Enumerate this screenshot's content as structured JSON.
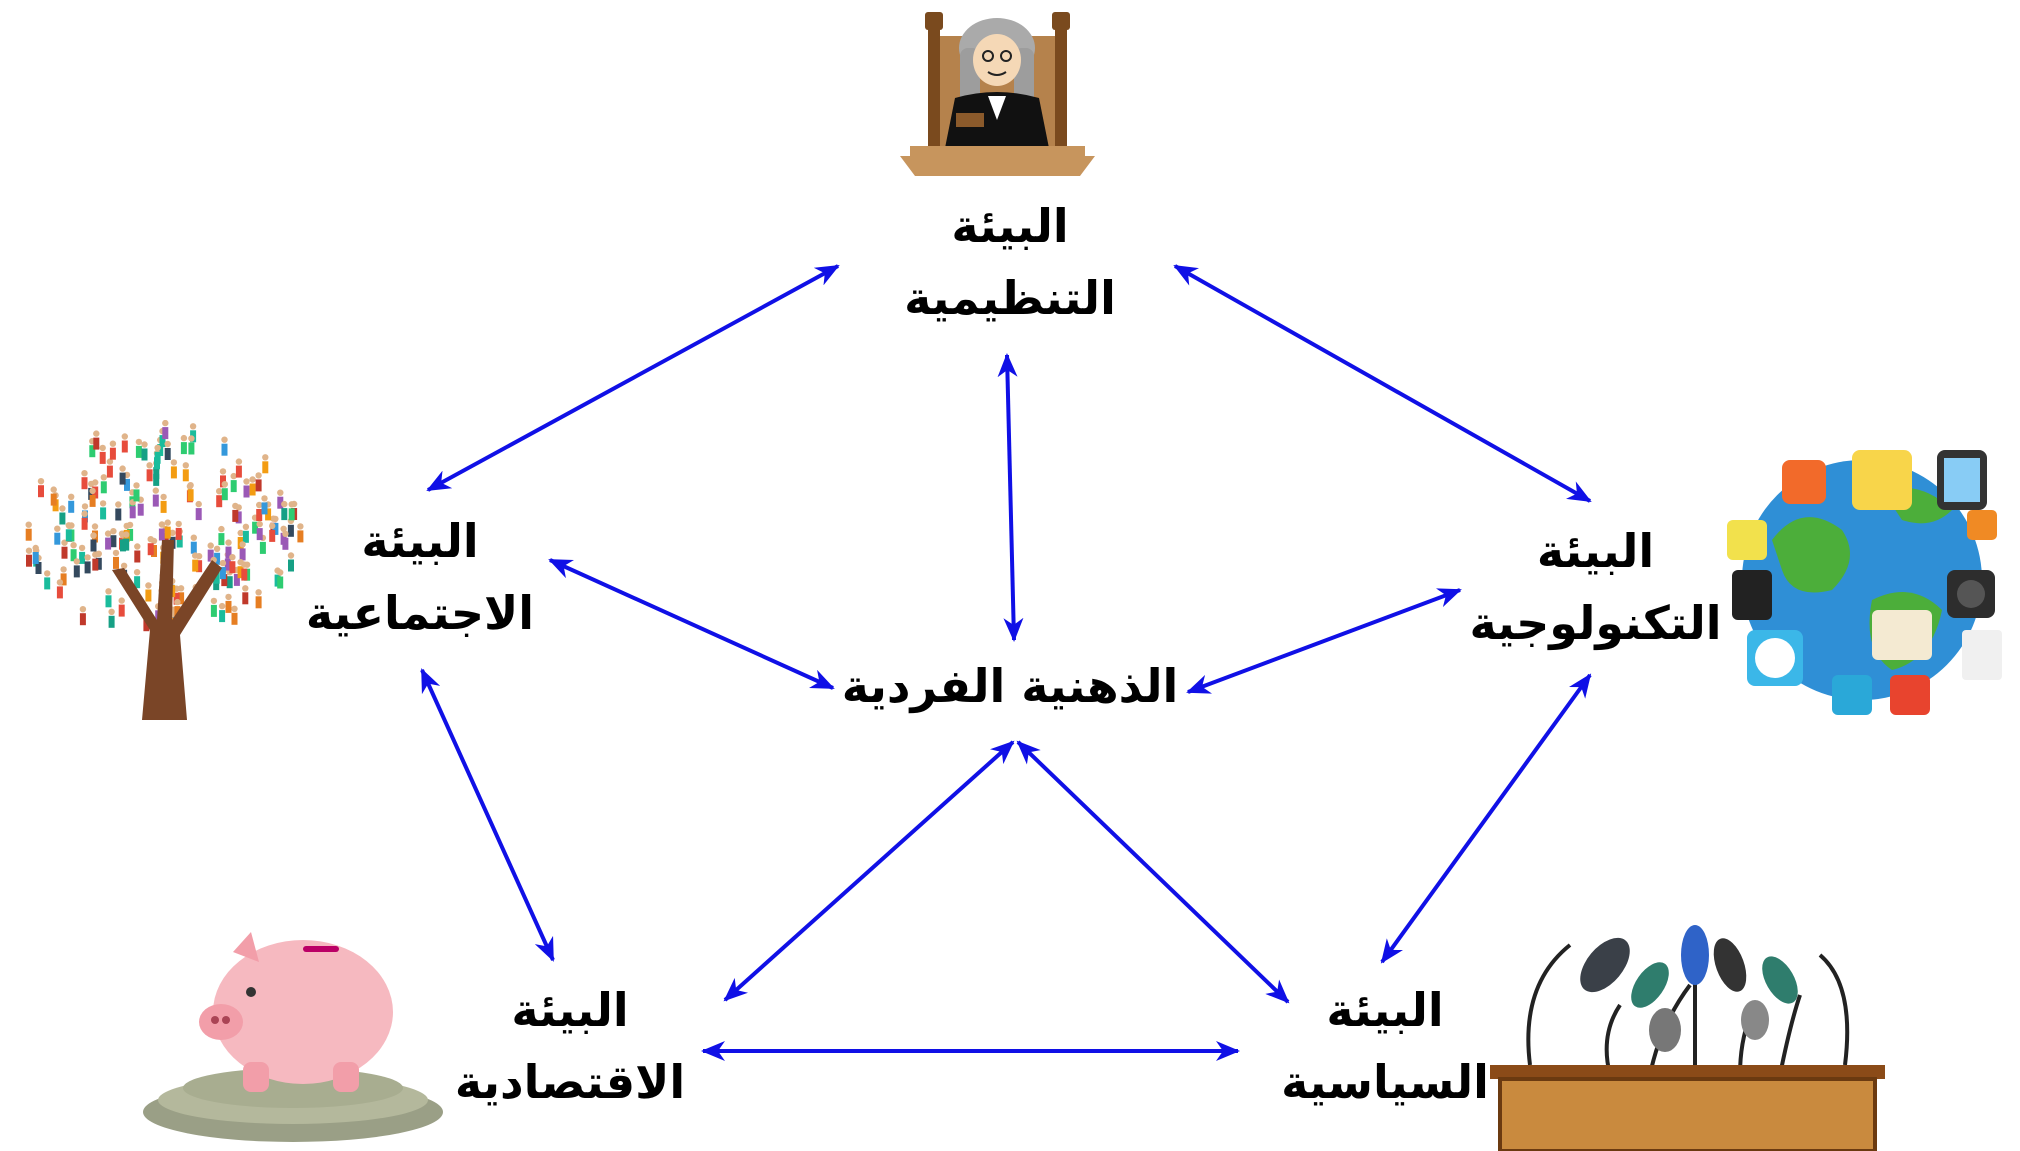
{
  "nodes": {
    "regulatory": {
      "line1": "البيئة",
      "line2": "التنظيمية"
    },
    "social": {
      "line1": "البيئة",
      "line2": "الاجتماعية"
    },
    "technological": {
      "line1": "البيئة",
      "line2": "التكنولوجية"
    },
    "individual": {
      "line1": "الذهنية الفردية"
    },
    "economic": {
      "line1": "البيئة",
      "line2": "الاقتصادية"
    },
    "political": {
      "line1": "البيئة",
      "line2": "السياسية"
    }
  },
  "icons": {
    "regulatory": "judge-icon",
    "social": "people-tree-icon",
    "technological": "globe-apps-icon",
    "economic": "piggy-bank-icon",
    "political": "press-microphones-icon"
  },
  "colors": {
    "arrow": "#1010E6",
    "text": "#000000"
  }
}
